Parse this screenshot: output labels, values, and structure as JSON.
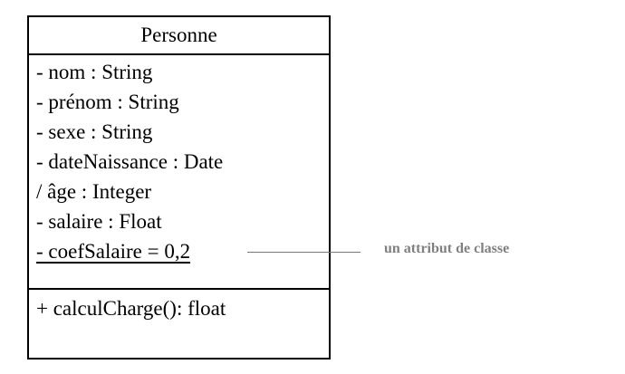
{
  "class": {
    "name": "Personne",
    "attributes": [
      {
        "text": "- nom : String",
        "static": false
      },
      {
        "text": "- prénom : String",
        "static": false
      },
      {
        "text": "- sexe : String",
        "static": false
      },
      {
        "text": "- dateNaissance : Date",
        "static": false
      },
      {
        "text": "/ âge : Integer",
        "static": false
      },
      {
        "text": "- salaire : Float",
        "static": false
      },
      {
        "text": "- coefSalaire = 0,2",
        "static": true
      }
    ],
    "operations": [
      {
        "text": "+ calculCharge(): float"
      }
    ]
  },
  "annotation": {
    "label": "un attribut de classe",
    "color": "#808080"
  }
}
